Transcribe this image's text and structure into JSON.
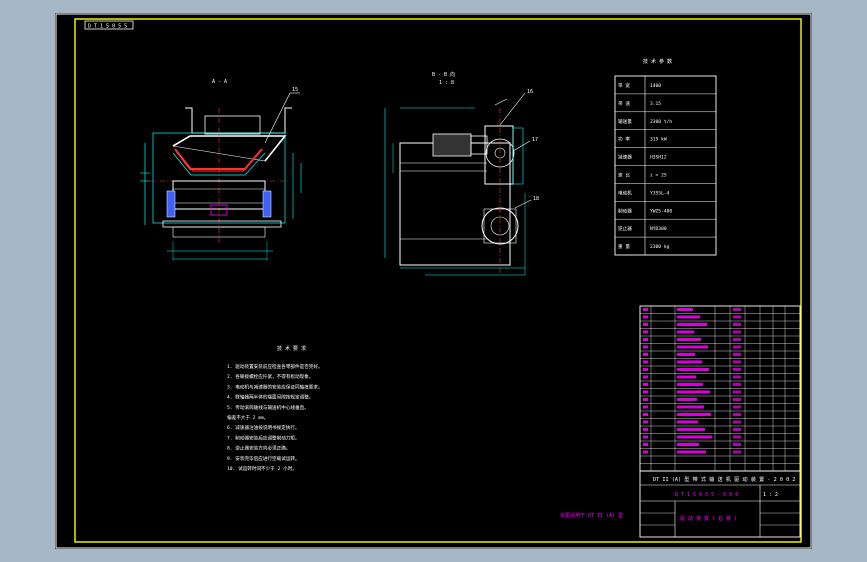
{
  "tag_top_left": "D T 1 5 0 5 5",
  "front_view": {
    "label": "A - A"
  },
  "side_view": {
    "label_line1": "B - B 向",
    "label_line2": "1 : 8"
  },
  "balloons": {
    "front": "15",
    "side_a": "16",
    "side_b": "17",
    "side_c": "18"
  },
  "spec_table": {
    "title": "技 术 参 数",
    "rows": [
      {
        "label": "带 宽",
        "value": "1400"
      },
      {
        "label": "带 速",
        "value": "3.15"
      },
      {
        "label": "输送量",
        "value": "2300 t/h"
      },
      {
        "label": "功 率",
        "value": "315 kW"
      },
      {
        "label": "减速器",
        "value": "H3SH12"
      },
      {
        "label": "速 比",
        "value": "i = 25"
      },
      {
        "label": "电动机",
        "value": "Y355L-4"
      },
      {
        "label": "制动器",
        "value": "YWZ5-400"
      },
      {
        "label": "逆止器",
        "value": "NYD300"
      },
      {
        "label": "重 量",
        "value": "2300 kg"
      }
    ]
  },
  "tech_req": {
    "title": "技 术 要 求",
    "lines": [
      "1. 驱动装置安装前应检查各零部件是否完好。",
      "2. 各联接螺栓应拧紧，不得有松动现象。",
      "3. 电动机与减速器的安装应保证同轴度要求。",
      "4. 联轴器两半体的端面间隙按规定调整。",
      "5. 传动滚筒轴线与输送机中心线垂直。",
      "   偏差不大于 2 mm。",
      "6. 减速器注油按说明书规定执行。",
      "7. 制动器安装后应调整制动力矩。",
      "8. 逆止器安装方向必须正确。",
      "9. 安装完毕后应进行空载试运转。",
      "10. 试运转时间不少于 2 小时。"
    ]
  },
  "bottom_note": "本图适用于 DT II (A) 型",
  "title_block": {
    "title": "DT II (A) 型 带 式 输 送 机 驱 动 装 置 - 2 0 0 2",
    "drawing_no": "D T 1 5 0 5 5 - 0 0 0",
    "scale": "1 : 2",
    "sub": "驱 动 装 置 ( 右 装 )"
  },
  "colors": {
    "background": "#a6b7c7",
    "sheet": "#000000",
    "frame": "#ffff00",
    "lines": "#ffffff",
    "cyan": "#00ffff",
    "magenta": "#ff00ff",
    "green": "#00ff00",
    "red": "#ff3030",
    "blue": "#4060ff"
  }
}
